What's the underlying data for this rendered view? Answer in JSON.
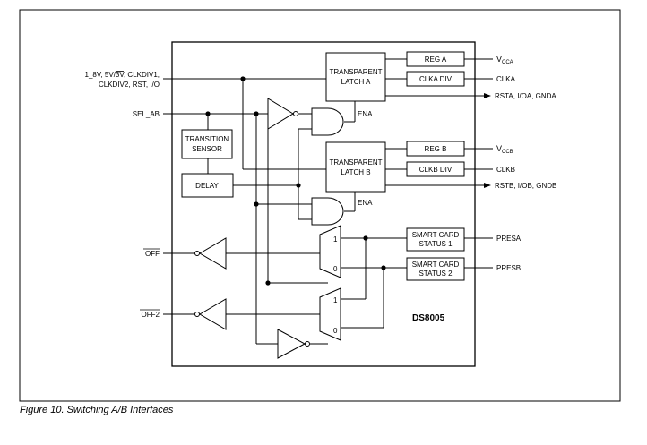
{
  "diagram": {
    "inputs": {
      "controls_line1": "1_8V, 5V/",
      "controls_line1_overbar": "3V",
      "controls_line1_end": ", CLKDIV1,",
      "controls_line2": "CLKDIV2, RST, I/O",
      "sel_ab": "SEL_AB",
      "off": "OFF",
      "off2": "OFF2"
    },
    "blocks": {
      "latch_a_line1": "TRANSPARENT",
      "latch_a_line2": "LATCH A",
      "latch_b_line1": "TRANSPARENT",
      "latch_b_line2": "LATCH B",
      "transition_line1": "TRANSITION",
      "transition_line2": "SENSOR",
      "delay": "DELAY",
      "reg_a": "REG A",
      "clka_div": "CLKA DIV",
      "reg_b": "REG B",
      "clkb_div": "CLKB DIV",
      "status1_line1": "SMART CARD",
      "status1_line2": "STATUS 1",
      "status2_line1": "SMART CARD",
      "status2_line2": "STATUS 2",
      "ena_a": "ENA",
      "ena_b": "ENA",
      "mux_1_top": "1",
      "mux_0_top": "0",
      "mux_1_bottom": "1",
      "mux_0_bottom": "0",
      "chip_name": "DS8005"
    },
    "outputs": {
      "vcca_main": "V",
      "vcca_sub": "CCA",
      "clka": "CLKA",
      "rsta": "RSTA, I/OA, GNDA",
      "vccb_main": "V",
      "vccb_sub": "CCB",
      "clkb": "CLKB",
      "rstb": "RSTB, I/OB, GNDB",
      "presa": "PRESA",
      "presb": "PRESB"
    }
  },
  "caption": "Figure 10. Switching A/B Interfaces"
}
